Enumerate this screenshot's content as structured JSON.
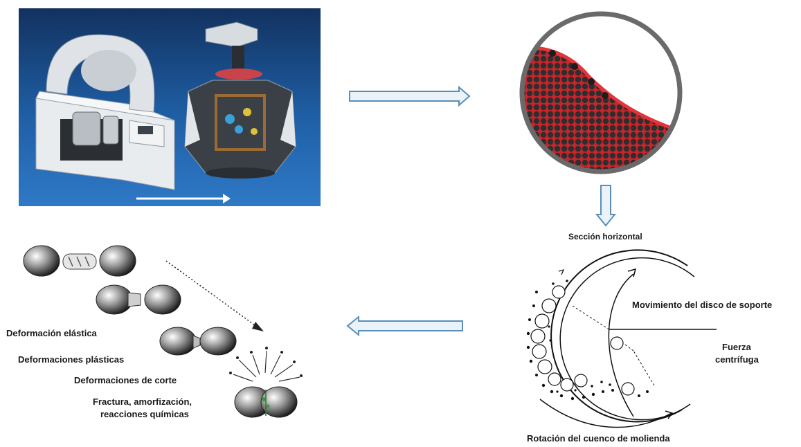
{
  "labels": {
    "horizontal_section": "Sección horizontal",
    "support_disc_motion": "Movimiento del disco de soporte",
    "centrifugal_force_line1": "Fuerza",
    "centrifugal_force_line2": "centrífuga",
    "bowl_rotation": "Rotación del cuenco de molienda",
    "elastic_deformation": "Deformación elástica",
    "plastic_deformations": "Deformaciones plásticas",
    "shear_deformations": "Deformaciones de corte",
    "fracture_line1": "Fractura, amorfización,",
    "fracture_line2": "reacciones químicas"
  },
  "colors": {
    "photo_background": "#1f5fa6",
    "arrow_outline": "#5a8fb8",
    "arrow_fill": "#eaf3fa",
    "ball_red": "#d8232a",
    "ball_dark": "#2a2a2a"
  }
}
